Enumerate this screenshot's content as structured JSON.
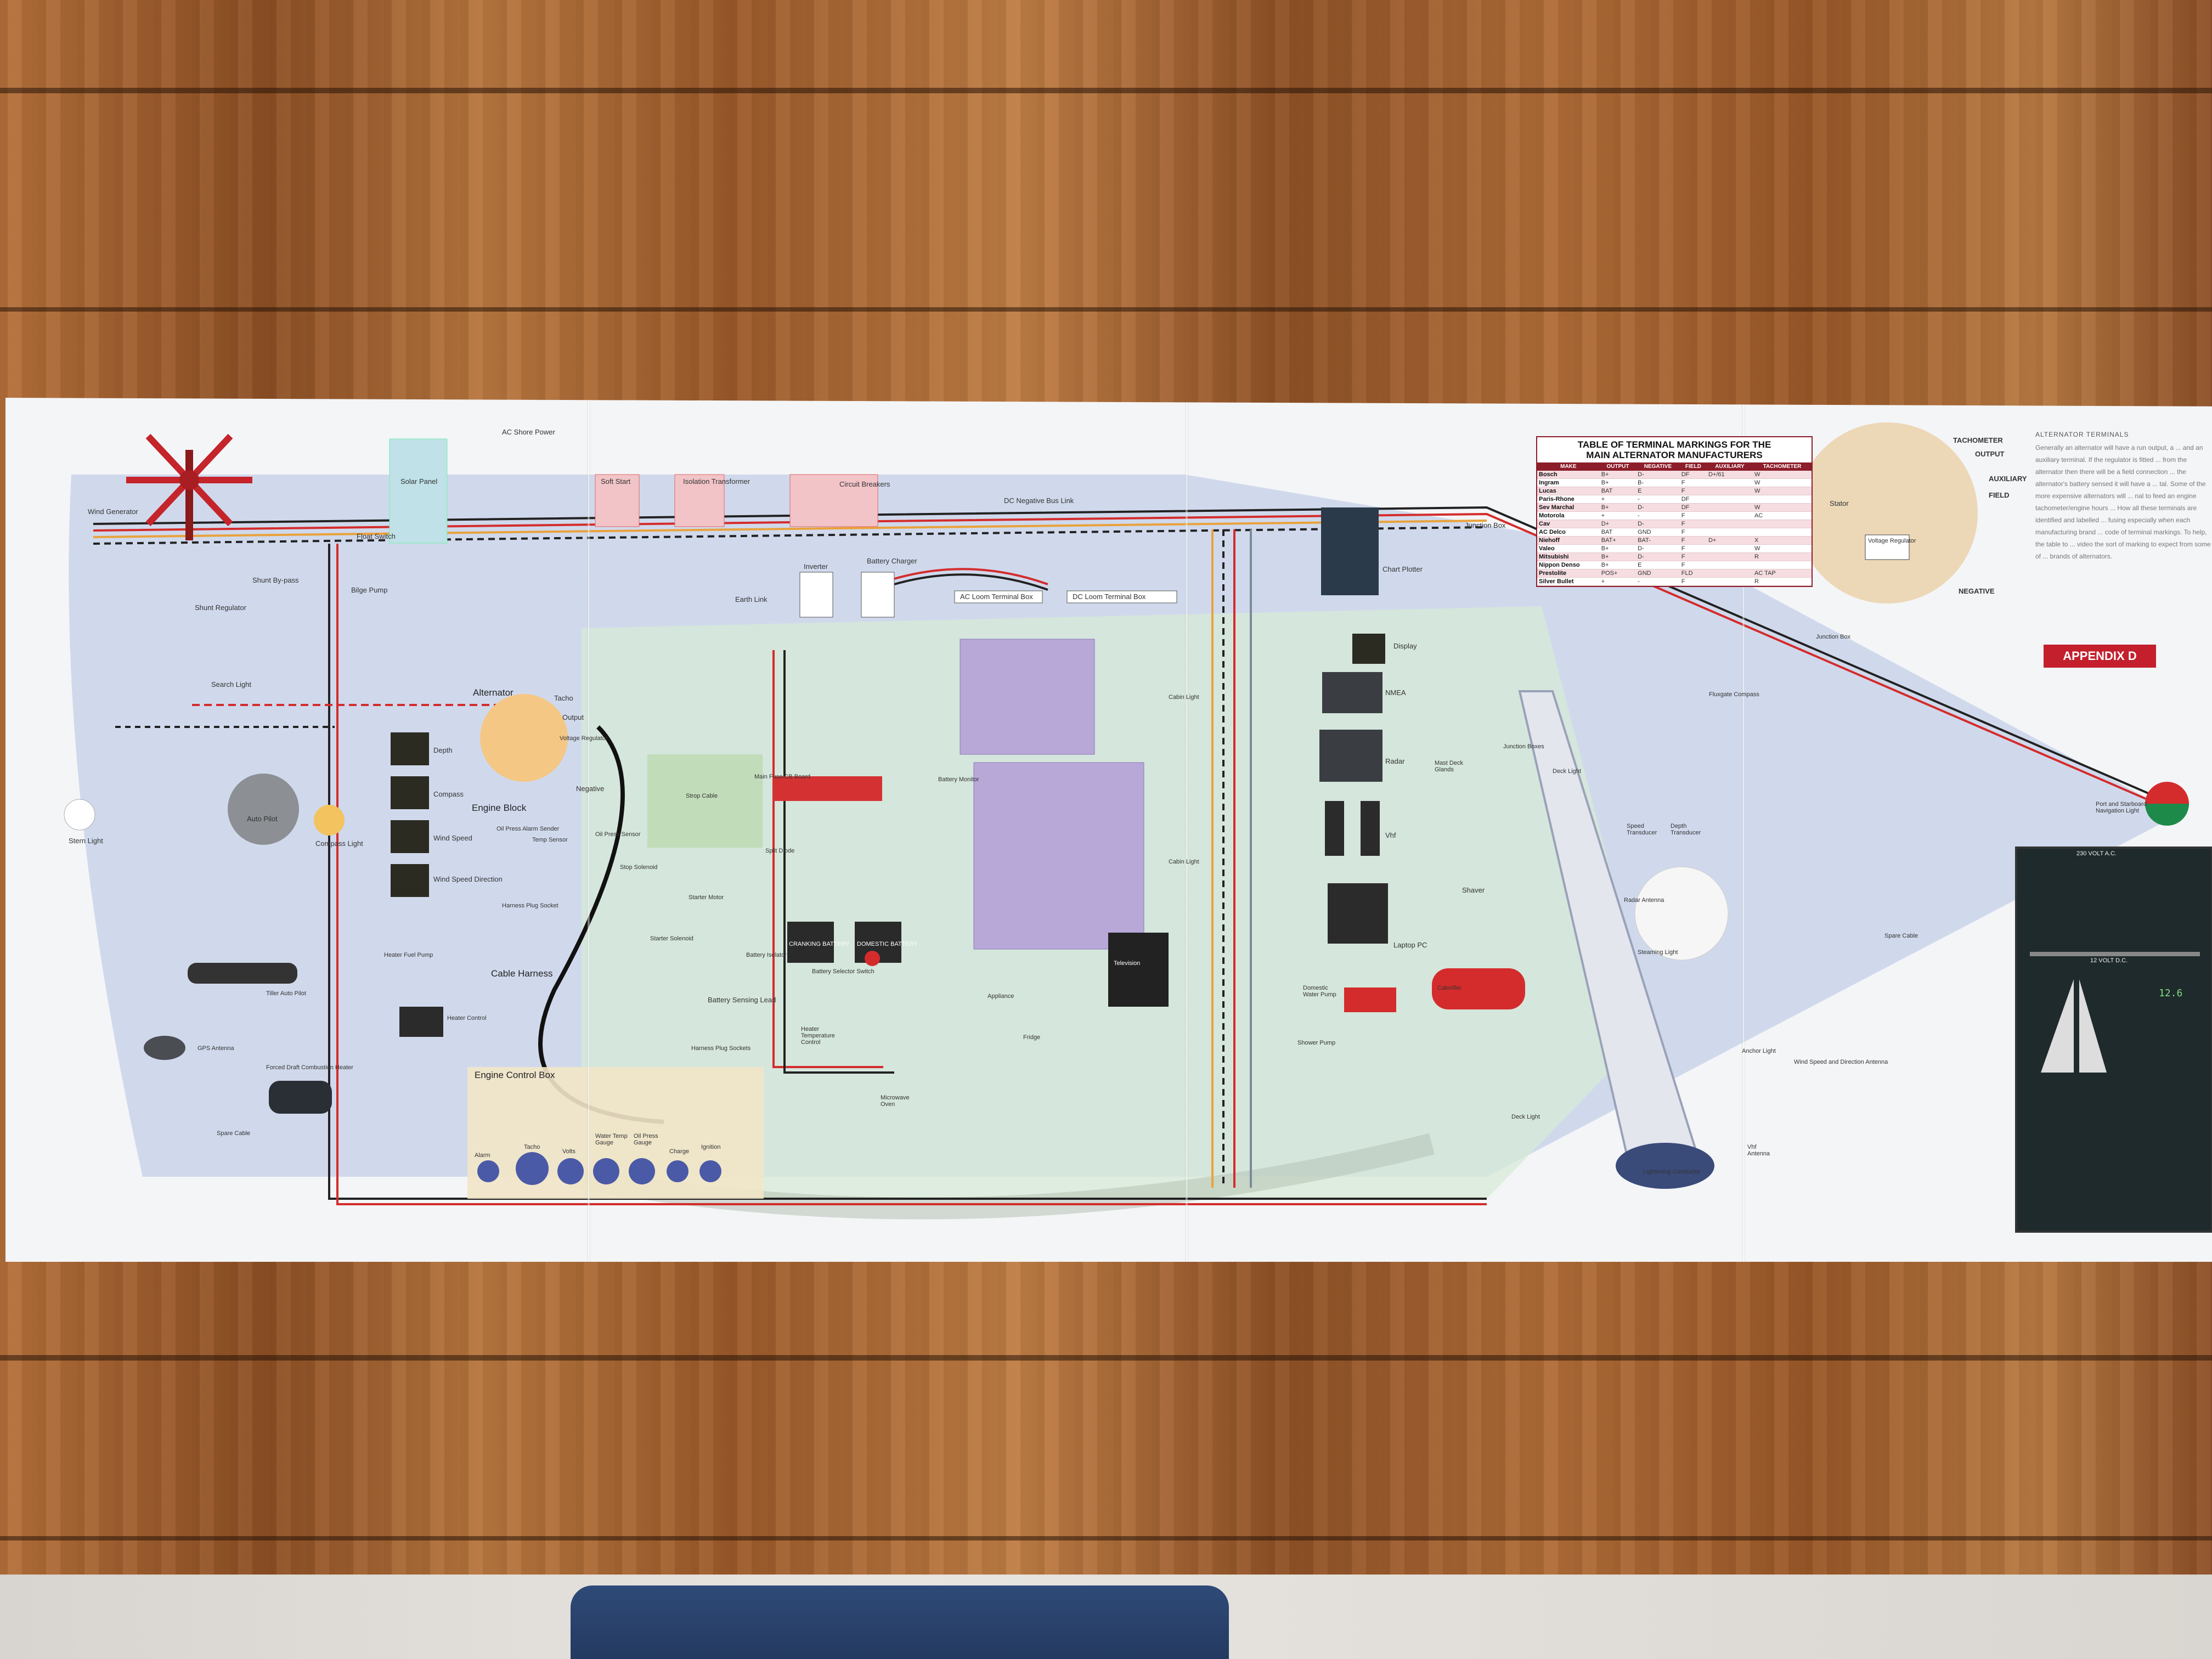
{
  "poster": {
    "table_title_line1": "TABLE OF TERMINAL MARKINGS FOR THE",
    "table_title_line2": "MAIN ALTERNATOR MANUFACTURERS",
    "table_headers": [
      "MAKE",
      "OUTPUT",
      "NEGATIVE",
      "FIELD",
      "AUXILIARY",
      "TACHOMETER"
    ],
    "table_rows": [
      [
        "Bosch",
        "B+",
        "D-",
        "DF",
        "D+/61",
        "W"
      ],
      [
        "Ingram",
        "B+",
        "B-",
        "F",
        "",
        "W"
      ],
      [
        "Lucas",
        "BAT",
        "E",
        "F",
        "",
        "W"
      ],
      [
        "Paris-Rhone",
        "+",
        "-",
        "DF",
        "",
        ""
      ],
      [
        "Sev Marchal",
        "B+",
        "D-",
        "DF",
        "",
        "W"
      ],
      [
        "Motorola",
        "+",
        "-",
        "F",
        "",
        "AC"
      ],
      [
        "Cav",
        "D+",
        "D-",
        "F",
        "",
        ""
      ],
      [
        "AC Delco",
        "BAT",
        "GND",
        "F",
        "",
        ""
      ],
      [
        "Niehoff",
        "BAT+",
        "BAT-",
        "F",
        "D+",
        "X"
      ],
      [
        "Valeo",
        "B+",
        "D-",
        "F",
        "",
        "W"
      ],
      [
        "Mitsubishi",
        "B+",
        "D-",
        "F",
        "",
        "R"
      ],
      [
        "Nippon Denso",
        "B+",
        "E",
        "F",
        "",
        ""
      ],
      [
        "Prestolite",
        "POS+",
        "GND",
        "FLD",
        "",
        "AC TAP"
      ],
      [
        "Silver Bullet",
        "+",
        "-",
        "F",
        "",
        "R"
      ]
    ],
    "appendix": "APPENDIX D",
    "alternator_terminals_heading": "ALTERNATOR TERMINALS",
    "alternator_terminals_text": "Generally an alternator will have a run output, a ... and an auxiliary terminal. If the regulator is fitted ... from the alternator then there will be a field connection ... the alternator's battery sensed it will have a ... tal. Some of the more expensive alternators will ... nal to feed an engine tachometer/engine hours ... How all these terminals are identified and labelled ... fusing especially when each manufacturing brand ... code of terminal markings. To help, the table to ... video the sort of marking to expect from some of ... brands of alternators.",
    "terminal_diagram": {
      "tachometer": "TACHOMETER",
      "output": "OUTPUT",
      "auxiliary": "AUXILIARY",
      "field": "FIELD",
      "negative": "NEGATIVE",
      "stator": "Stator",
      "regulator": "Voltage Regulator"
    },
    "headings": {
      "alternator": "Alternator",
      "engine_block": "Engine Block",
      "cable_harness": "Cable Harness",
      "engine_control_box": "Engine Control Box"
    },
    "labels": {
      "wind_generator": "Wind Generator",
      "shunt_regulator": "Shunt Regulator",
      "shunt_bypass": "Shunt By-pass",
      "float_switch": "Float Switch",
      "bilge_pump": "Bilge Pump",
      "solar_panel": "Solar Panel",
      "ac_shore_power": "AC Shore Power",
      "soft_start": "Soft Start",
      "isolation_transformer": "Isolation Transformer",
      "circuit_breakers": "Circuit Breakers",
      "earth_link": "Earth Link",
      "inverter": "Inverter",
      "battery_charger": "Battery Charger",
      "dc_negative_bus_link": "DC Negative Bus Link",
      "ac_loom_terminal_box": "AC Loom Terminal Box",
      "dc_loom_terminal_box": "DC Loom Terminal Box",
      "junction_box": "Junction Box",
      "chart_plotter": "Chart Plotter",
      "display": "Display",
      "nmea": "NMEA",
      "radar": "Radar",
      "vhf": "Vhf",
      "laptop_pc": "Laptop PC",
      "shaver": "Shaver",
      "searchlight": "Search Light",
      "stern_light": "Stern Light",
      "depth": "Depth",
      "compass": "Compass",
      "wind_speed": "Wind Speed",
      "wind_direction": "Wind Speed Direction",
      "auto_pilot": "Auto Pilot",
      "compass_light": "Compass Light",
      "tacho": "Tacho",
      "output": "Output",
      "voltage_regulator": "Voltage Regulator",
      "negative": "Negative",
      "oil_press_alarm_sender": "Oil Press Alarm Sender",
      "temp_sensor": "Temp Sensor",
      "oil_press_sensor": "Oil Press Sensor",
      "stop_solenoid": "Stop Solenoid",
      "strop_cable": "Strop Cable",
      "starter_solenoid": "Starter Solenoid",
      "starter_motor": "Starter Motor",
      "harness_plug_socket": "Harness Plug Socket",
      "harness_plug_sockets": "Harness Plug Sockets",
      "main_fuse_board": "Main Fuse/CB Board",
      "battery_monitor": "Battery Monitor",
      "split_diode": "Split Diode",
      "battery_isolator": "Battery Isolator",
      "cranking_battery": "CRANKING BATTERY",
      "domestic_battery": "DOMESTIC BATTERY",
      "battery_selector_switch": "Battery Selector Switch",
      "battery_sensing_lead": "Battery Sensing Lead",
      "heater_fuel_pump": "Heater Fuel Pump",
      "heater_control": "Heater Control",
      "tiller_auto_pilot": "Tiller Auto Pilot",
      "gps_antenna": "GPS Antenna",
      "forced_draft_heater": "Forced Draft Combustion Heater",
      "spare_cable": "Spare Cable",
      "alarm": "Alarm",
      "tacho_gauge": "Tacho",
      "volts": "Volts",
      "water_temp_gauge": "Water Temp Gauge",
      "oil_press_gauge": "Oil Press Gauge",
      "charge": "Charge",
      "ignition": "Ignition",
      "heater_temp_control": "Heater Temperature Control",
      "microwave_oven": "Microwave Oven",
      "appliance": "Appliance",
      "fridge": "Fridge",
      "television": "Television",
      "cabin_light_1": "Cabin Light",
      "cabin_light_2": "Cabin Light",
      "domestic_water_pump": "Domestic Water Pump",
      "shower_pump": "Shower Pump",
      "calorifier": "Calorifier",
      "mast_deck_glands": "Mast Deck Glands",
      "junction_boxes": "Junction Boxes",
      "deck_light": "Deck Light",
      "deck_light_2": "Deck Light",
      "radar_antenna": "Radar Antenna",
      "steaming_light": "Steaming Light",
      "anchor_light": "Anchor Light",
      "lightening_conductor": "Lightening Conductor",
      "vhf_antenna": "Vhf Antenna",
      "speed_transducer": "Speed Transducer",
      "depth_transducer": "Depth Transducer",
      "fluxgate_compass": "Fluxgate Compass",
      "junction_box_2": "Junction Box",
      "port_starboard_light": "Port and Starboard Navigation Light",
      "spare_cable_2": "Spare Cable",
      "wind_speed_antenna": "Wind Speed and Direction Antenna",
      "panel_ac": "230 VOLT A.C.",
      "panel_dc": "12 VOLT D.C.",
      "panel_display": "12.6"
    }
  },
  "colors": {
    "wood": "#a8663a",
    "paper": "#f4f5f7",
    "hull_blue": "#c9d3ea",
    "hull_green": "#d7ead7",
    "accent_red": "#c41f2d",
    "wire_red": "#d42c2c",
    "wire_black": "#222222",
    "wire_orange": "#e9a23b"
  }
}
